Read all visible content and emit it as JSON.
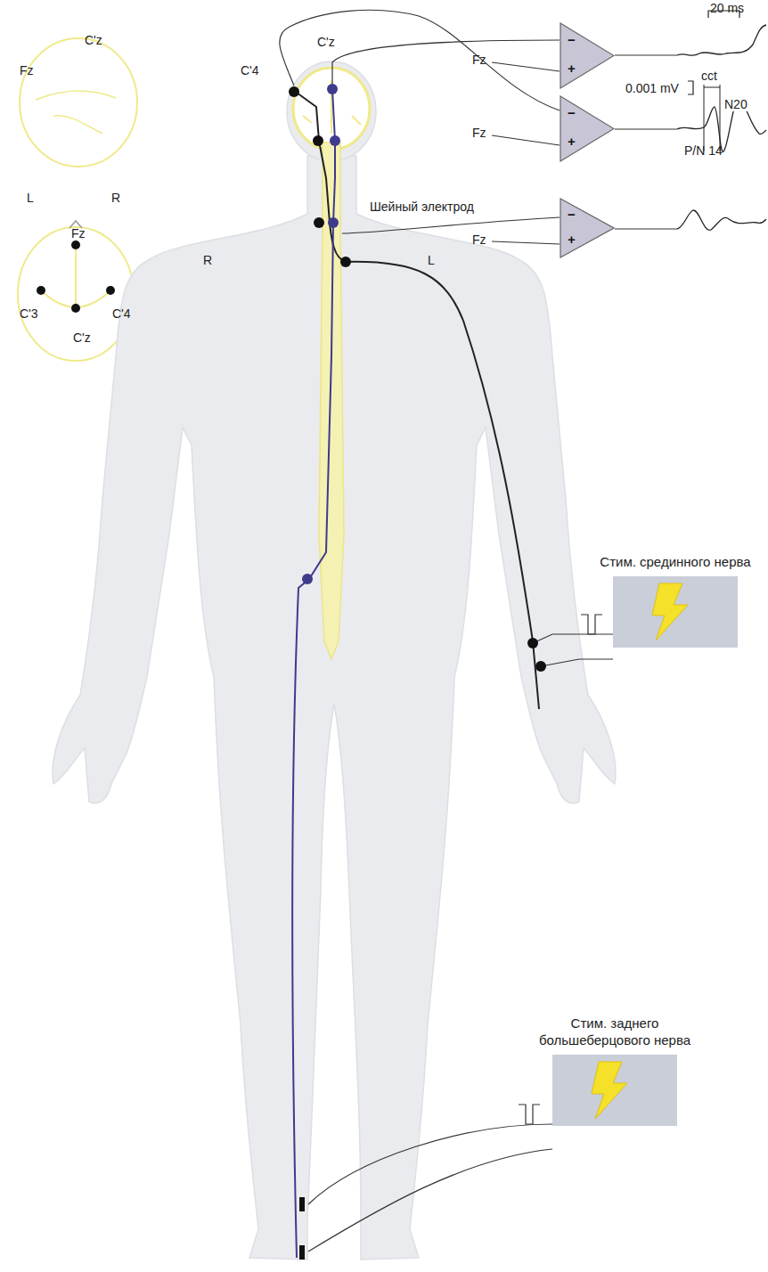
{
  "diagram": {
    "nodes": [
      {
        "text": [
          "−",
          "+"
        ]
      },
      {
        "text": [
          "−",
          "+"
        ]
      },
      {
        "text": [
          "−",
          "+"
        ]
      },
      {
        "text": [
          "Стим. срединного нерва"
        ]
      },
      {
        "text": [
          "Стим. заднего большеберцового нерва"
        ]
      }
    ],
    "labels": [
      "Fz",
      "C'z",
      "L",
      "R",
      "Fz",
      "C'3",
      "C'4",
      "C'z",
      "R",
      "L",
      "C'4",
      "C'z",
      "Fz",
      "Fz",
      "Fz",
      "Шейный электрод",
      "20 ms",
      "0.001 mV",
      "cct",
      "N20",
      "P/N 14"
    ]
  }
}
